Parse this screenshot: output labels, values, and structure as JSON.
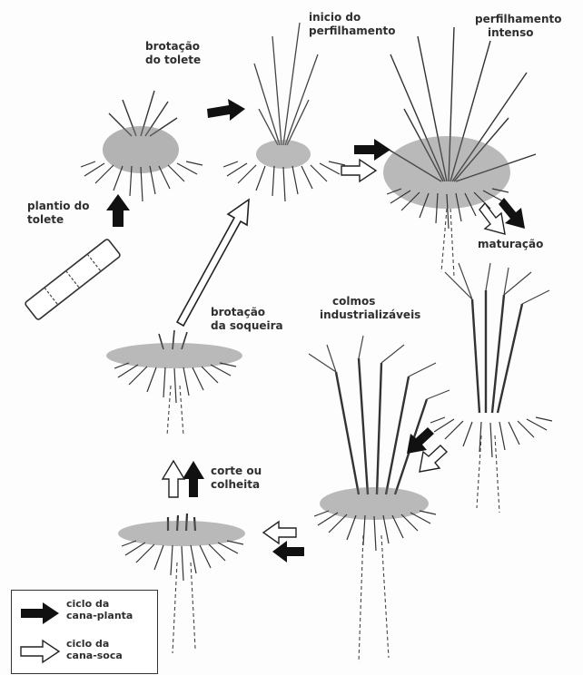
{
  "stages": {
    "plantio": {
      "line1": "plantio do",
      "line2": "tolete"
    },
    "brotacao_tolete": {
      "line1": "brotação",
      "line2": "do tolete"
    },
    "inicio_perfilhamento": {
      "line1": "inicio do",
      "line2": "perfilhamento"
    },
    "perfilhamento_intenso": {
      "line1": "perfilhamento",
      "line2": "intenso"
    },
    "maturacao": {
      "line1": "maturação"
    },
    "colmos": {
      "line1": "colmos",
      "line2": "industrializáveis"
    },
    "corte": {
      "line1": "corte ou",
      "line2": "colheita"
    },
    "brotacao_soqueira": {
      "line1": "brotação",
      "line2": "da soqueira"
    }
  },
  "legend": {
    "cana_planta": {
      "line1": "ciclo da",
      "line2": "cana-planta",
      "arrow_fill": "#111111"
    },
    "cana_soca": {
      "line1": "ciclo da",
      "line2": "cana-soca",
      "arrow_fill": "#ffffff"
    }
  }
}
